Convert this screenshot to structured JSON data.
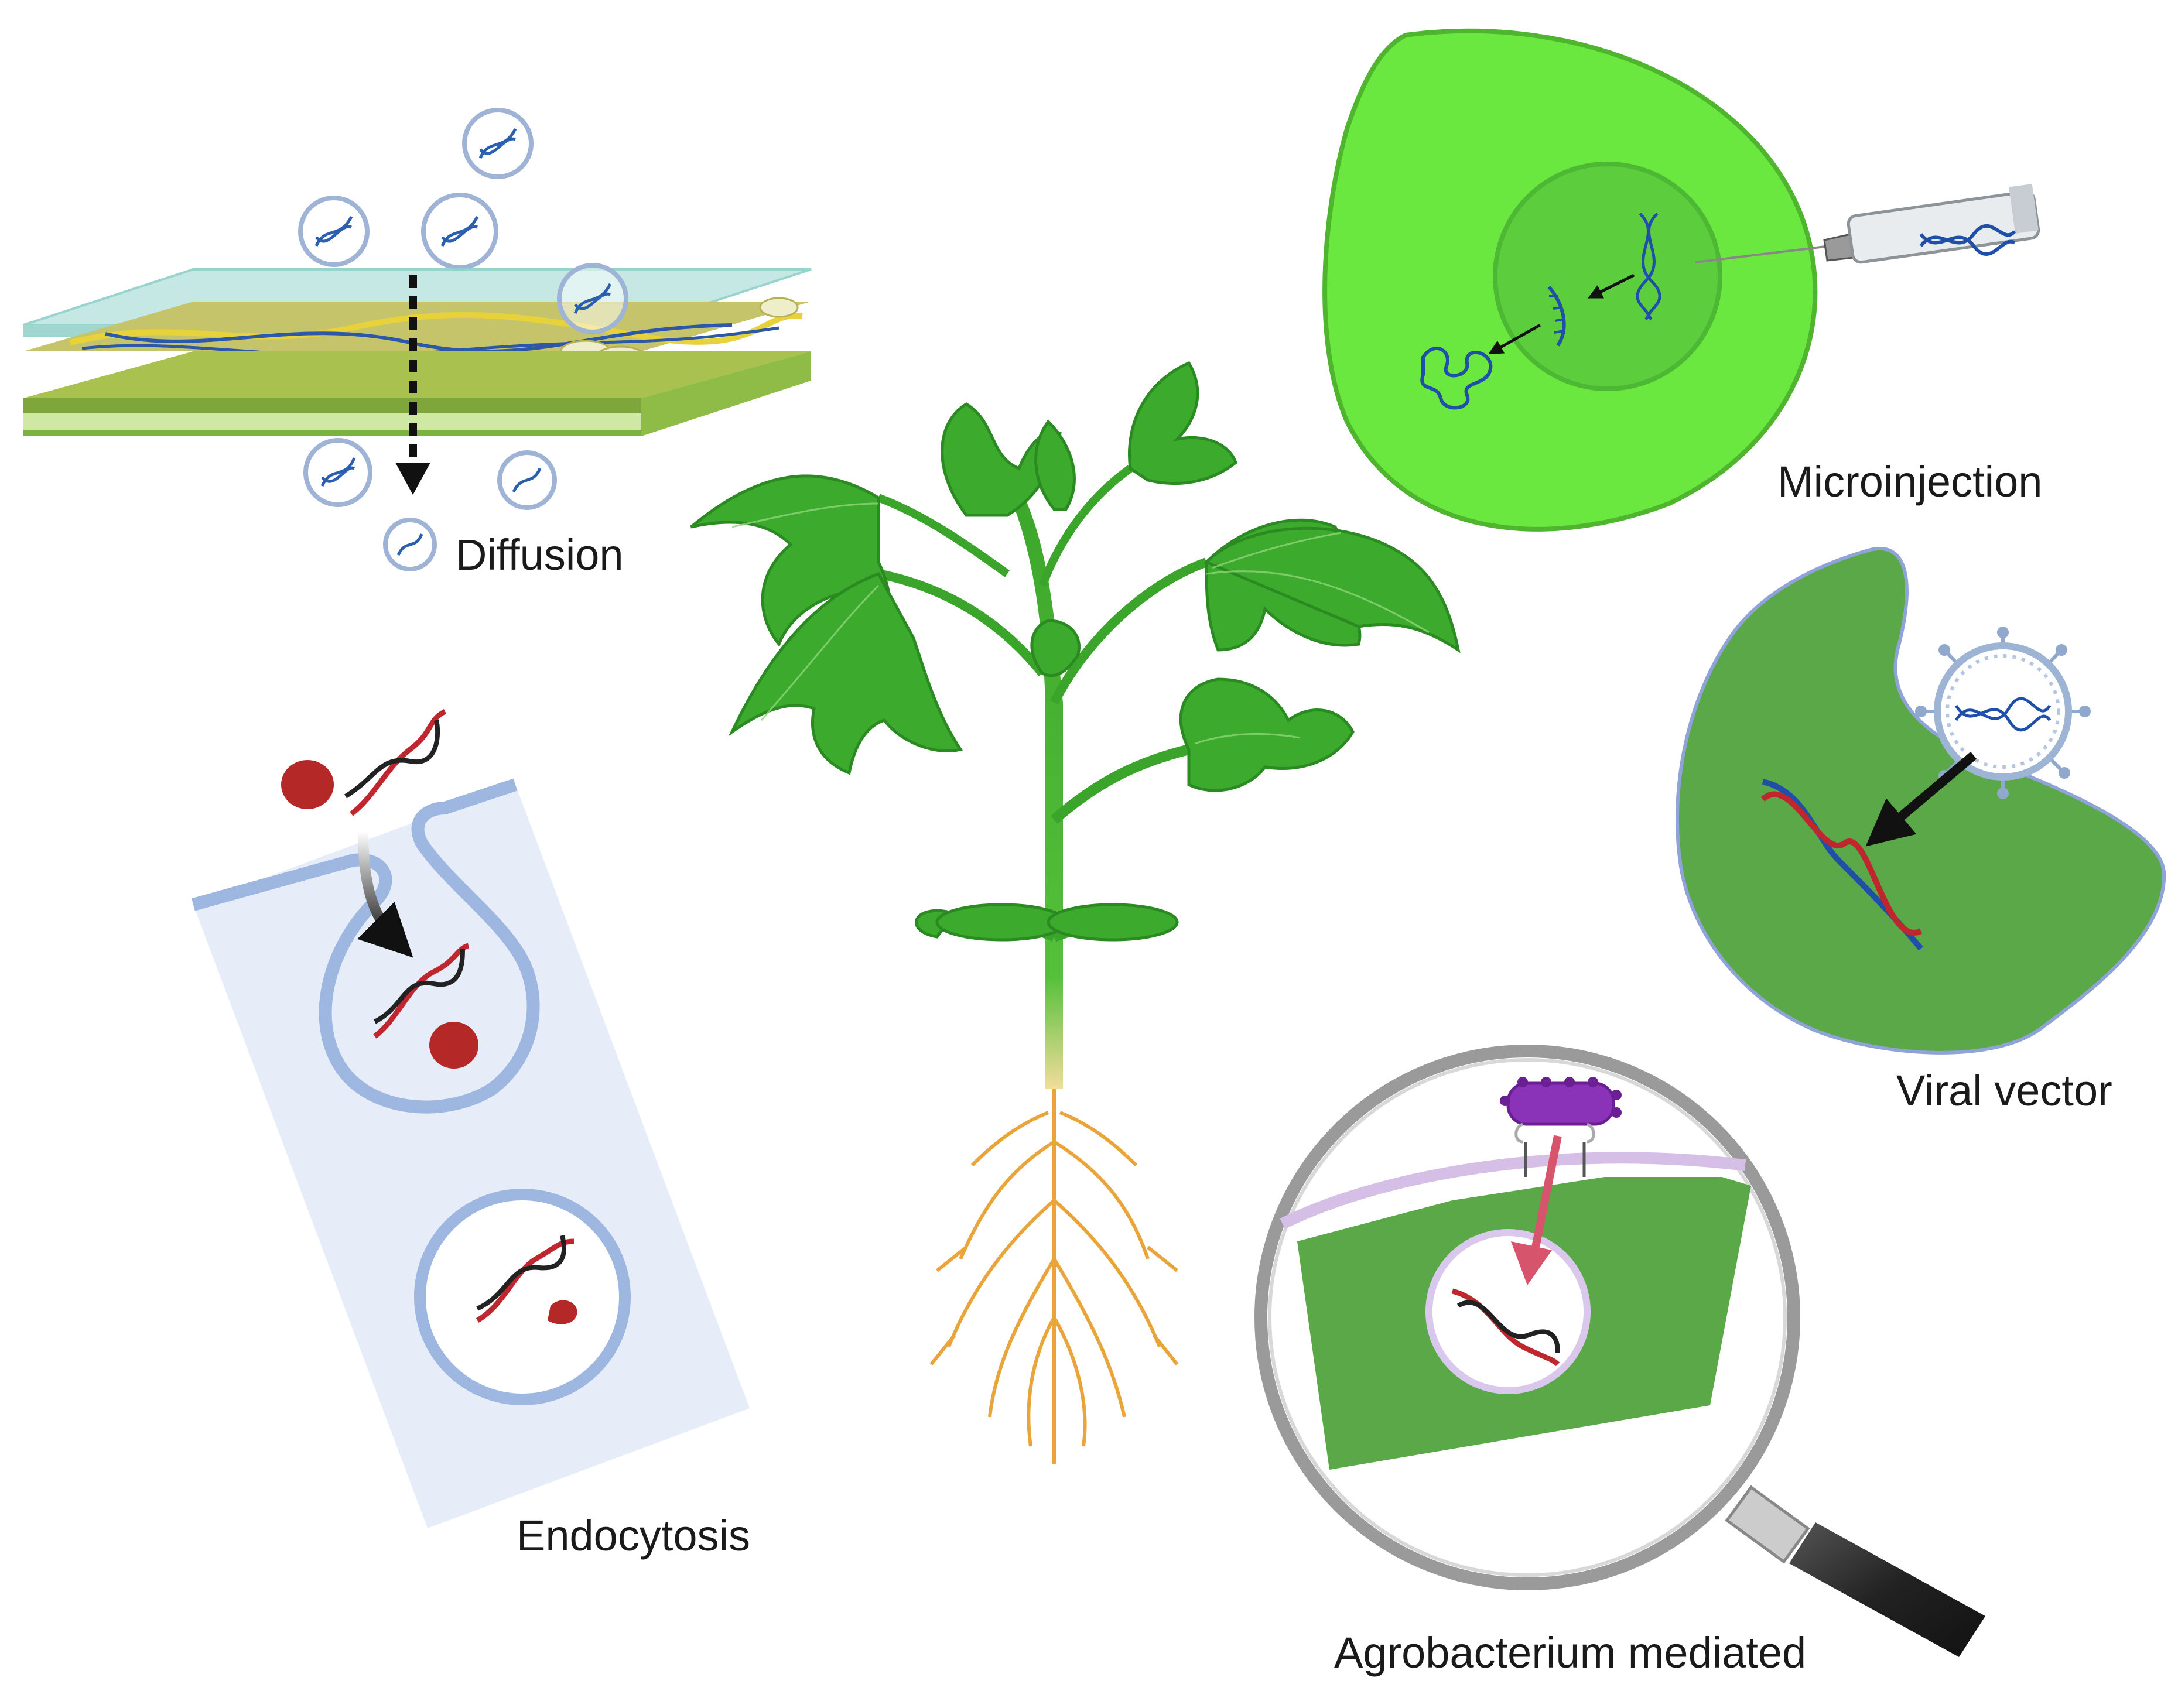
{
  "labels": {
    "diffusion": "Diffusion",
    "microinjection": "Microinjection",
    "viral_vector": "Viral vector",
    "endocytosis": "Endocytosis",
    "agrobacterium": "Agrobacterium mediated"
  },
  "colors": {
    "cell_green_light": "#6be83f",
    "cell_green_mid": "#5cb84a",
    "viral_cell_green": "#5aa848",
    "dna_blue": "#1f4fa8",
    "dna_red": "#c0262d",
    "vesicle_blue": "#8fb3de",
    "endocytosis_bg": "#e6edf8",
    "bacterium_purple": "#8a33b8",
    "arrow_pink": "#d6546c",
    "root_orange": "#e9a53a"
  }
}
